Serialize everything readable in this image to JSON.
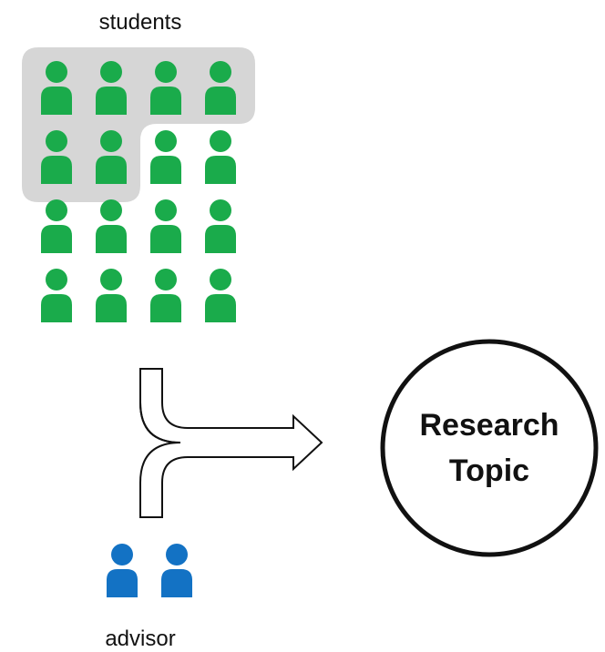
{
  "labels": {
    "students": "students",
    "advisor": "advisor",
    "topic_line1": "Research",
    "topic_line2": "Topic"
  },
  "colors": {
    "student": "#1aab4b",
    "advisor": "#1372c4",
    "group_highlight": "#d6d6d6",
    "arrow_outline": "#111111",
    "circle_outline": "#111111"
  },
  "icons": {
    "student": "person-icon",
    "advisor": "person-icon"
  },
  "groups": {
    "students_count": 16,
    "students_grid": "4 x 4",
    "highlighted_students": 6,
    "advisor_count": 2
  }
}
